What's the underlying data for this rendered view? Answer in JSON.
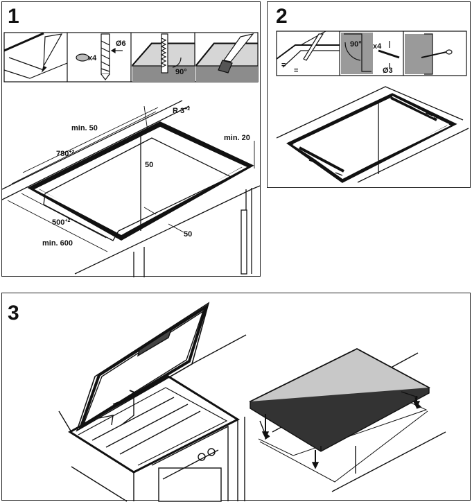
{
  "steps": [
    {
      "number": "1"
    },
    {
      "number": "2"
    },
    {
      "number": "3"
    }
  ],
  "step1": {
    "tools": {
      "drill_diameter": "Ø6",
      "drill_count": "x4",
      "saw_angle": "90°"
    },
    "dimensions": {
      "radius": "R 3",
      "radius_tol": "+2",
      "min50": "min. 50",
      "len780": "780",
      "len780_tol": "+2",
      "gap50_inner": "50",
      "min20": "min. 20",
      "len500": "500",
      "len500_tol": "+2",
      "gap50_front": "50",
      "min600": "min. 600"
    }
  },
  "step2": {
    "tools": {
      "angle": "90°",
      "screw_count": "x4",
      "screw_diameter": "Ø3",
      "equal_marks": "="
    }
  },
  "colors": {
    "line": "#111111",
    "gray_fill": "#8c8c8c",
    "light_gray": "#d6d6d6",
    "cooktop": "#c8c8c8"
  }
}
